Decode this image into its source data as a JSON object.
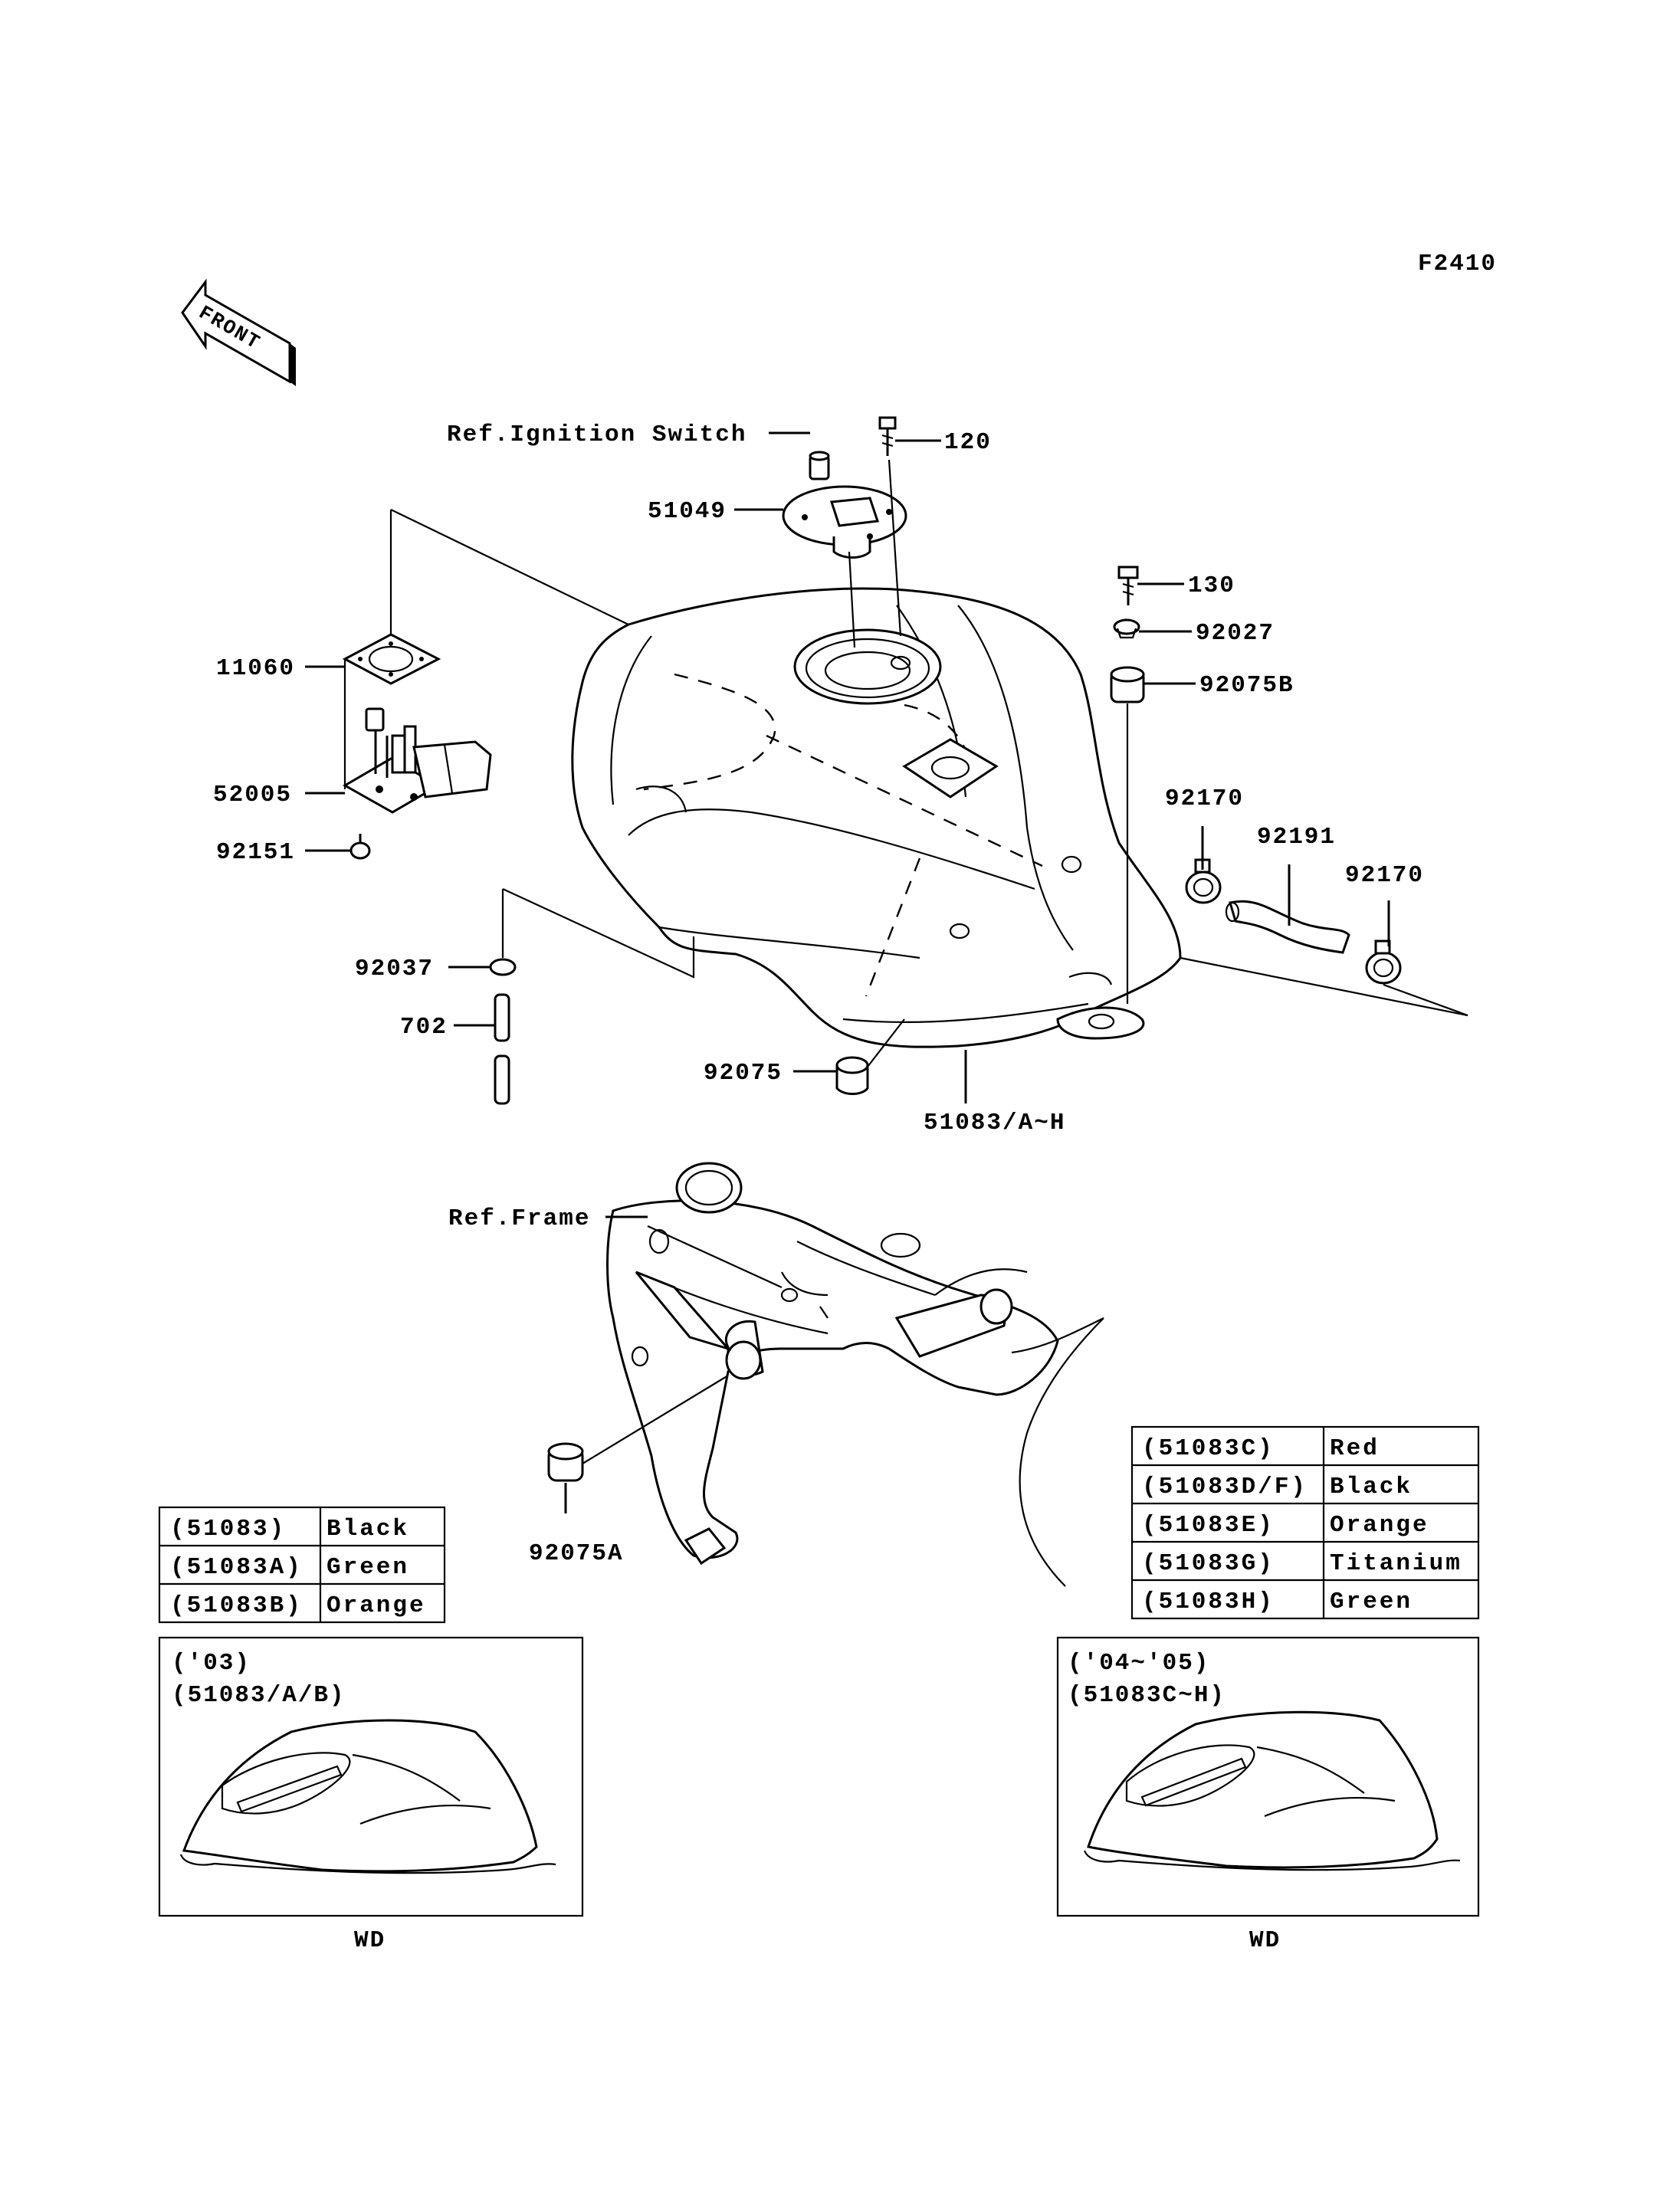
{
  "figure_code": "F2410",
  "front_label": "FRONT",
  "callouts": {
    "ref_ignition": "Ref.Ignition Switch",
    "p120": "120",
    "p51049": "51049",
    "p11060": "11060",
    "p52005": "52005",
    "p92151": "92151",
    "p130": "130",
    "p92027": "92027",
    "p92075B": "92075B",
    "p92170a": "92170",
    "p92191": "92191",
    "p92170b": "92170",
    "p92037": "92037",
    "p702": "702",
    "p92075": "92075",
    "p51083": "51083/A~H",
    "ref_frame": "Ref.Frame",
    "p92075A": "92075A"
  },
  "color_table_left": [
    {
      "code": "(51083)",
      "color": "Black"
    },
    {
      "code": "(51083A)",
      "color": "Green"
    },
    {
      "code": "(51083B)",
      "color": "Orange"
    }
  ],
  "color_table_right": [
    {
      "code": "(51083C)",
      "color": "Red"
    },
    {
      "code": "(51083D/F)",
      "color": "Black"
    },
    {
      "code": "(51083E)",
      "color": "Orange"
    },
    {
      "code": "(51083G)",
      "color": "Titanium"
    },
    {
      "code": "(51083H)",
      "color": "Green"
    }
  ],
  "inset_left": {
    "year": "('03)",
    "parts": "(51083/A/B)",
    "caption": "WD"
  },
  "inset_right": {
    "year": "('04~'05)",
    "parts": "(51083C~H)",
    "caption": "WD"
  }
}
